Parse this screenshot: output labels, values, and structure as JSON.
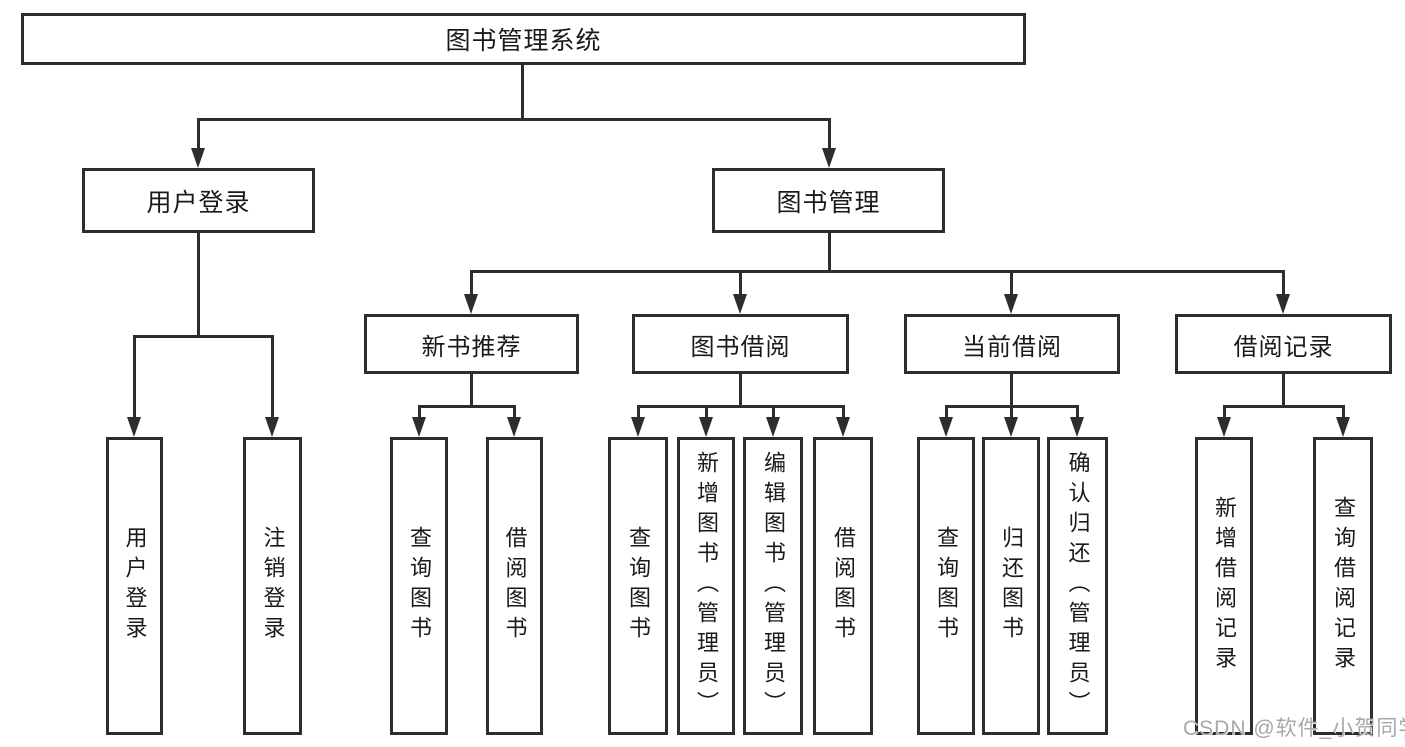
{
  "tree": {
    "root": "图书管理系统",
    "children": [
      {
        "label": "用户登录",
        "children": [
          "用户登录",
          "注销登录"
        ]
      },
      {
        "label": "图书管理",
        "children": [
          {
            "label": "新书推荐",
            "children": [
              "查询图书",
              "借阅图书"
            ]
          },
          {
            "label": "图书借阅",
            "children": [
              "查询图书",
              "新增图书（管理员）",
              "编辑图书（管理员）",
              "借阅图书"
            ]
          },
          {
            "label": "当前借阅",
            "children": [
              "查询图书",
              "归还图书",
              "确认归还（管理员）"
            ]
          },
          {
            "label": "借阅记录",
            "children": [
              "新增借阅记录",
              "查询借阅记录"
            ]
          }
        ]
      }
    ]
  },
  "watermark": {
    "text": "CSDN @软件_小贺同学"
  },
  "colors": {
    "line": "#2d2d2d",
    "text": "#1a1a1a",
    "background": "#ffffff",
    "watermark": "#a8a8a8"
  }
}
